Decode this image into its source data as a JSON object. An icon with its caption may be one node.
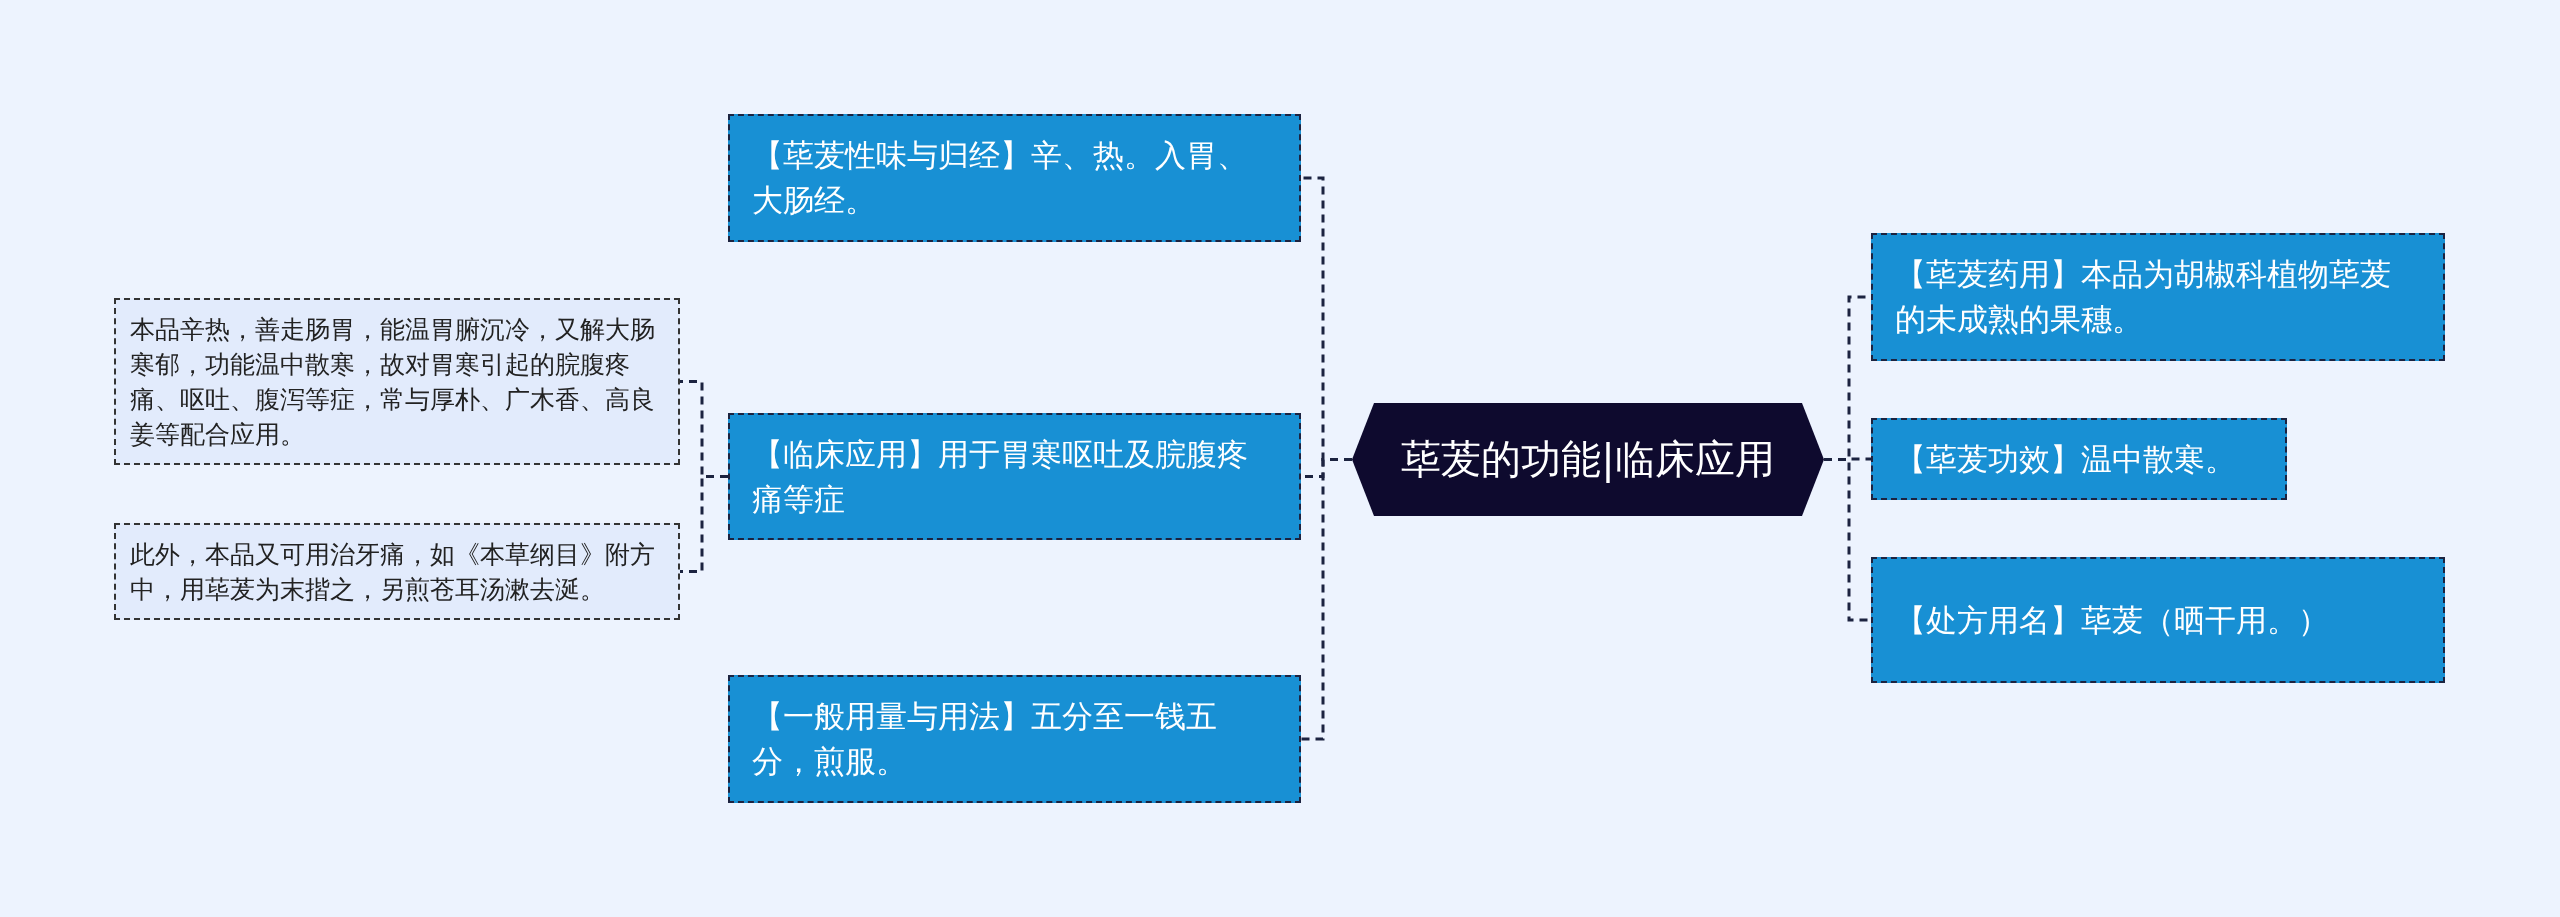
{
  "diagram": {
    "nodes": [
      {
        "text": [
          "荜茇的功能|临床应用"
        ]
      },
      {
        "text": [
          "【荜茇性味与归经】辛、热。入胃、大肠经。"
        ]
      },
      {
        "text": [
          "【临床应用】用于胃寒呕吐及脘腹疼痛等症"
        ]
      },
      {
        "text": [
          "【一般用量与用法】五分至一钱五分，煎服。"
        ]
      },
      {
        "text": [
          "本品辛热，善走肠胃，能温胃腑沉冷，又解大肠寒郁，功能温中散寒，故对胃寒引起的脘腹疼痛、呕吐、腹泻等症，常与厚朴、广木香、高良姜等配合应用。"
        ]
      },
      {
        "text": [
          "此外，本品又可用治牙痛，如《本草纲目》附方中，用荜茇为末揩之，另煎苍耳汤漱去涎。"
        ]
      },
      {
        "text": [
          "【荜茇药用】本品为胡椒科植物荜茇的未成熟的果穗。"
        ]
      },
      {
        "text": [
          "【荜茇功效】温中散寒。"
        ]
      },
      {
        "text": [
          "【处方用名】荜茇（晒干用。）"
        ]
      }
    ],
    "edges": [
      {
        "from": 0,
        "to": 1,
        "arrow": "none",
        "style": "dashed"
      },
      {
        "from": 0,
        "to": 2,
        "arrow": "none",
        "style": "dashed"
      },
      {
        "from": 0,
        "to": 3,
        "arrow": "none",
        "style": "dashed"
      },
      {
        "from": 2,
        "to": 4,
        "arrow": "none",
        "style": "dashed"
      },
      {
        "from": 2,
        "to": 5,
        "arrow": "none",
        "style": "dashed"
      },
      {
        "from": 0,
        "to": 6,
        "arrow": "none",
        "style": "dashed"
      },
      {
        "from": 0,
        "to": 7,
        "arrow": "none",
        "style": "dashed"
      },
      {
        "from": 0,
        "to": 8,
        "arrow": "none",
        "style": "dashed"
      }
    ]
  }
}
